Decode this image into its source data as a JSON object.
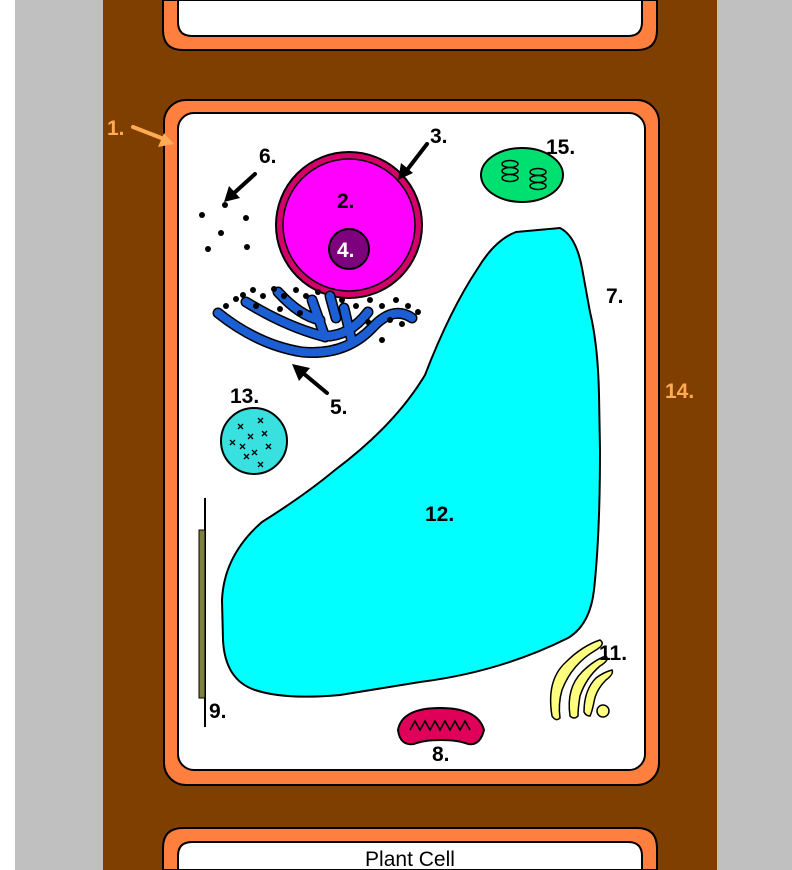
{
  "caption": "Plant Cell",
  "labels": {
    "l1": "1.",
    "l2": "2.",
    "l3": "3.",
    "l4": "4.",
    "l5": "5.",
    "l6": "6.",
    "l7": "7.",
    "l8": "8.",
    "l9": "9.",
    "l11": "11.",
    "l12": "12.",
    "l13": "13.",
    "l14": "14.",
    "l15": "15."
  },
  "colors": {
    "background": "#c0c0c0",
    "wall": "#7f3f00",
    "membrane": "#ff7f3f",
    "cytoplasm": "#ffffff",
    "nucleus": "#ff00ff",
    "nuclear_envelope": "#d4006a",
    "nucleolus": "#7f007f",
    "er": "#1c5fd4",
    "vacuole": "#00ffff",
    "chloroplast": "#00e070",
    "mitochondrion": "#e0005a",
    "golgi": "#ffff7f",
    "lysosome": "#38e0e0",
    "cytoskeleton": "#7f7f3f",
    "orange_label": "#ffaa55",
    "dark_label": "#000000"
  }
}
